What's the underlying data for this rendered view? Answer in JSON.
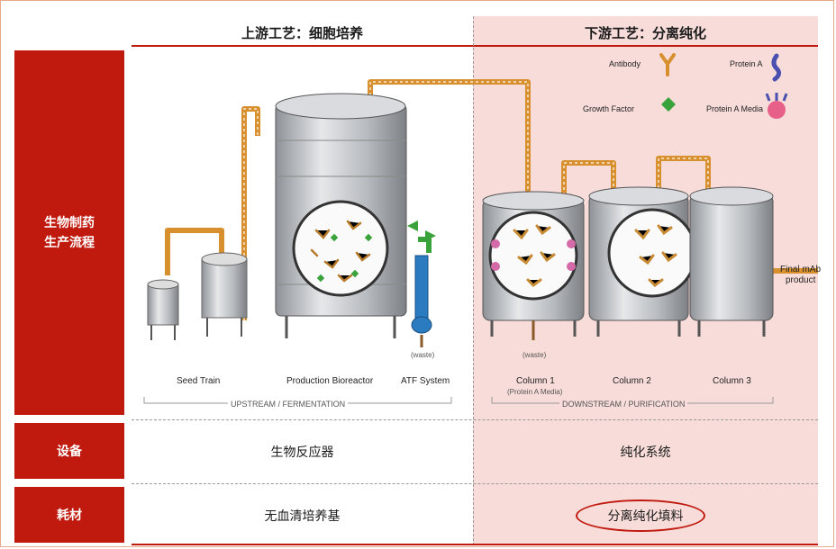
{
  "header": {
    "upstream_title": "上游工艺：细胞培养",
    "downstream_title": "下游工艺：分离纯化"
  },
  "rows": {
    "process": {
      "label": "生物制药\n生产流程"
    },
    "equipment": {
      "label": "设备",
      "upstream": "生物反应器",
      "downstream": "纯化系统"
    },
    "consumables": {
      "label": "耗材",
      "upstream": "无血清培养基",
      "downstream": "分离纯化填料"
    }
  },
  "diagram": {
    "legend": {
      "antibody": "Antibody",
      "growth_factor": "Growth Factor",
      "protein_a": "Protein A",
      "protein_a_media": "Protein A Media"
    },
    "labels": {
      "seed_train": "Seed Train",
      "production_bioreactor": "Production Bioreactor",
      "atf_system": "ATF System",
      "waste_atf": "(waste)",
      "waste_col": "(waste)",
      "column1": "Column 1",
      "column1_sub": "(Protein A Media)",
      "column2": "Column 2",
      "column3": "Column 3",
      "final_line1": "Final mAb",
      "final_line2": "product",
      "upstream_bracket": "UPSTREAM / FERMENTATION",
      "downstream_bracket": "DOWNSTREAM / PURIFICATION"
    }
  },
  "colors": {
    "accent_red": "#c0190e",
    "downstream_bg": "#f7dcd9",
    "pipe": "#d8902e",
    "tank": "#b9bcc0",
    "circle_highlight": "#c0190e"
  }
}
